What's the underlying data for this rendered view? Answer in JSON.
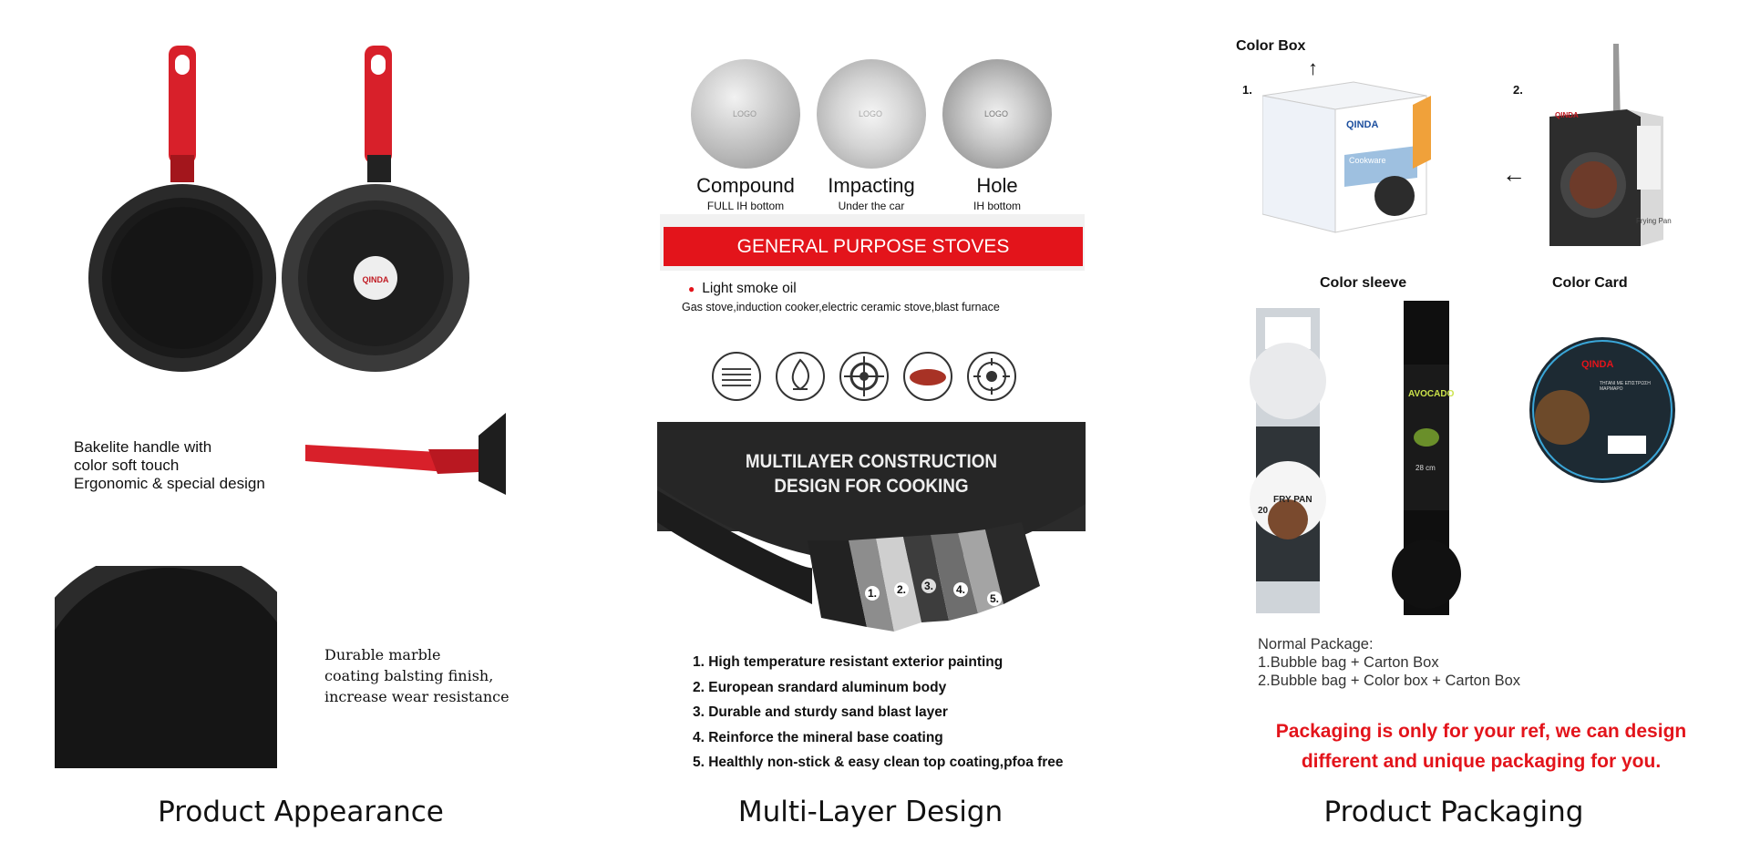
{
  "captions": {
    "appearance": "Product Appearance",
    "multilayer": "Multi-Layer Design",
    "packaging": "Product Packaging"
  },
  "appearance": {
    "handle_lines": [
      "Bakelite handle with",
      "color soft touch",
      "Ergonomic & special design"
    ],
    "coating_lines": [
      "Durable marble",
      "coating balsting finish,",
      "increase wear resistance"
    ]
  },
  "bases": [
    {
      "logo": "LOGO",
      "name": "Compound",
      "sub": "FULL IH bottom"
    },
    {
      "logo": "LOGO",
      "name": "Impacting",
      "sub": "Under the car"
    },
    {
      "logo": "LOGO",
      "name": "Hole",
      "sub": "IH bottom"
    }
  ],
  "stoves": {
    "banner": "GENERAL PURPOSE STOVES",
    "oil": "Light smoke oil",
    "types": "Gas stove,induction cooker,electric ceramic stove,blast furnace"
  },
  "construction": {
    "title_line1": "MULTILAYER CONSTRUCTION",
    "title_line2": "DESIGN FOR COOKING",
    "layer_numbers": [
      "1.",
      "2.",
      "3.",
      "4.",
      "5."
    ],
    "layers": [
      "1. High temperature resistant exterior painting",
      "2. European srandard aluminum body",
      "3. Durable and sturdy sand blast layer",
      "4. Reinforce the mineral base coating",
      "5. Healthly non-stick & easy clean top coating,pfoa free"
    ]
  },
  "packaging": {
    "color_box": "Color Box",
    "num1": "1.",
    "num2": "2.",
    "color_sleeve": "Color sleeve",
    "color_card": "Color Card",
    "brand": "QINDA",
    "box_label": "Cookware",
    "box2_label": "Frying Pan",
    "sleeve1_label": "FRY PAN",
    "sleeve1_size": "20",
    "sleeve2_label": "AVOCADO",
    "sleeve2_size": "28 cm",
    "card_text": "ΤΗΓΑΝΙ ΜΕ ΕΠΙΣΤΡΩΣΗ ΜΑΡΜΑΡΟ",
    "normal_title": "Normal Package:",
    "normal_1": "1.Bubble bag + Carton Box",
    "normal_2": "2.Bubble bag + Color box + Carton Box",
    "notice_1": "Packaging is only for your ref, we can design",
    "notice_2": "different and unique packaging for you.",
    "arrow_up": "↑",
    "arrow_left": "←"
  },
  "colors": {
    "accent_red": "#e3141b",
    "pan_black": "#1b1b1b",
    "handle_red": "#d8202a"
  }
}
